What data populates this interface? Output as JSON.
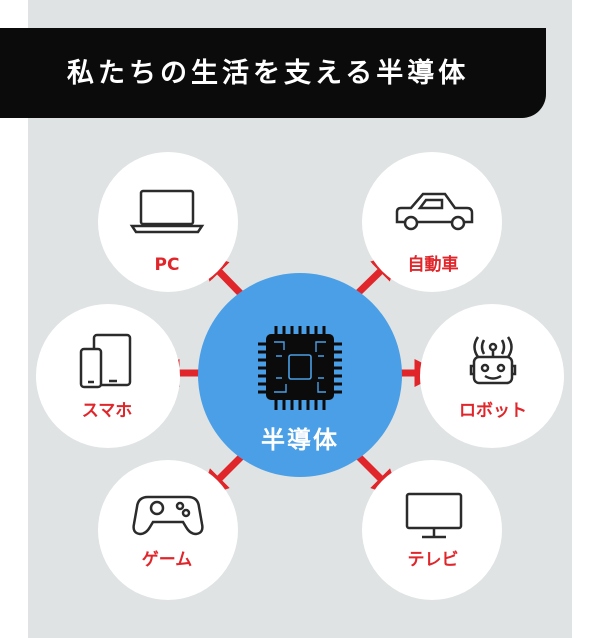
{
  "title": "私たちの生活を支える半導体",
  "center": {
    "label": "半導体",
    "icon": "chip-icon"
  },
  "colors": {
    "panel": "#dfe3e4",
    "banner": "#0b0b0b",
    "center": "#4a9fe6",
    "arrow": "#e0262a",
    "label": "#e0262a",
    "icon": "#2b2b2b",
    "node": "#ffffff"
  },
  "nodes": [
    {
      "id": "pc",
      "label": "PC",
      "icon": "laptop-icon"
    },
    {
      "id": "car",
      "label": "自動車",
      "icon": "car-icon"
    },
    {
      "id": "smartphone",
      "label": "スマホ",
      "icon": "phone-tablet-icon"
    },
    {
      "id": "robot",
      "label": "ロボット",
      "icon": "robot-icon"
    },
    {
      "id": "game",
      "label": "ゲーム",
      "icon": "game-controller-icon"
    },
    {
      "id": "tv",
      "label": "テレビ",
      "icon": "tv-icon"
    }
  ]
}
